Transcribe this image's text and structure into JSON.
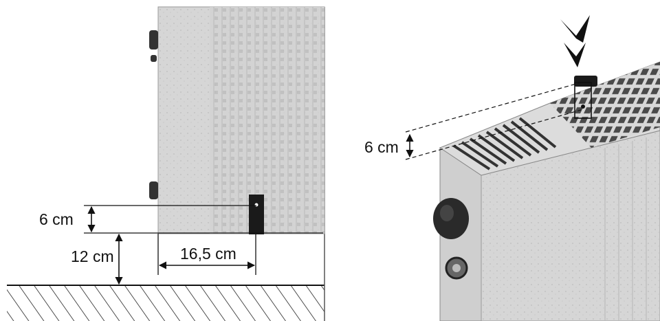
{
  "left_figure": {
    "labels": {
      "bracket_height": "6 cm",
      "floor_clearance": "12 cm",
      "side_distance": "16,5 cm"
    }
  },
  "right_figure": {
    "labels": {
      "bracket_height": "6 cm"
    }
  },
  "colors": {
    "ink": "#111111",
    "heater_body": "#d4d4d4",
    "heater_grid": "#aaaaaa",
    "bracket": "#1a1a1a",
    "knob": "#2a2a2a"
  }
}
